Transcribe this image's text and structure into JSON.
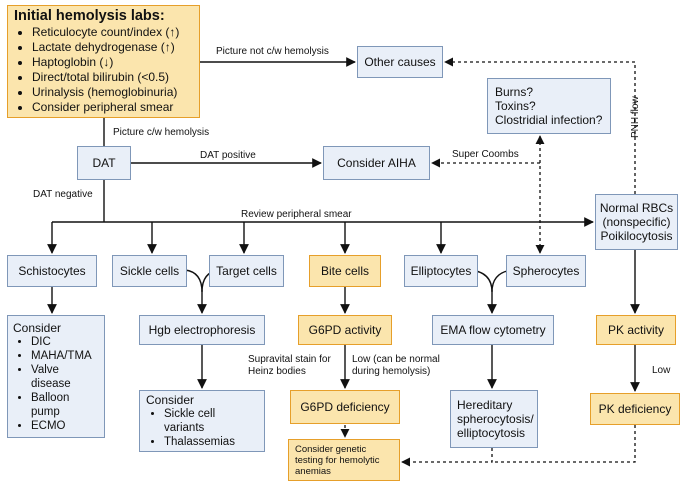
{
  "nodes": {
    "initial": {
      "title": "Initial hemolysis labs:",
      "items": [
        "Reticulocyte count/index (↑)",
        "Lactate dehydrogenase (↑)",
        "Haptoglobin (↓)",
        "Direct/total bilirubin (<0.5)",
        "Urinalysis (hemoglobinuria)",
        "Consider peripheral smear"
      ]
    },
    "other_causes": "Other causes",
    "burns": [
      "Burns?",
      "Toxins?",
      "Clostridial infection?"
    ],
    "dat": "DAT",
    "aiha": "Consider AIHA",
    "normal_rbcs": [
      "Normal RBCs",
      "(nonspecific)",
      "Poikilocytosis"
    ],
    "schistocytes": "Schistocytes",
    "sickle": "Sickle cells",
    "target": "Target cells",
    "bite": "Bite cells",
    "elliptocytes": "Elliptocytes",
    "spherocytes": "Spherocytes",
    "consider_schisto": {
      "title": "Consider",
      "items": [
        "DIC",
        "MAHA/TMA",
        "Valve disease",
        "Balloon pump",
        "ECMO"
      ]
    },
    "hgb": "Hgb electrophoresis",
    "g6pd_activity": "G6PD activity",
    "ema": "EMA flow cytometry",
    "pk_activity": "PK activity",
    "consider_sickle": {
      "title": "Consider",
      "items": [
        "Sickle cell variants",
        "Thalassemias"
      ]
    },
    "g6pd_def": "G6PD deficiency",
    "hereditary": "Hereditary spherocytosis/ elliptocytosis",
    "pk_def": "PK deficiency",
    "genetic": "Consider genetic testing for hemolytic anemias"
  },
  "edge_labels": {
    "not_cw": "Picture  not c/w hemolysis",
    "cw": "Picture c/w hemolysis",
    "dat_pos": "DAT positive",
    "dat_neg": "DAT negative",
    "super_coombs": "Super Coombs",
    "review_smear": "Review peripheral smear",
    "pnh_flow": "PNH flow",
    "supravital": "Supravital stain for Heinz bodies",
    "low_normal": "Low (can be normal during hemolysis)",
    "low": "Low"
  },
  "colors": {
    "node_fill": "#e9eff8",
    "node_border": "#7f97b8",
    "highlight_fill": "#fbe5ad",
    "highlight_border": "#e69f2a",
    "line": "#111111"
  }
}
